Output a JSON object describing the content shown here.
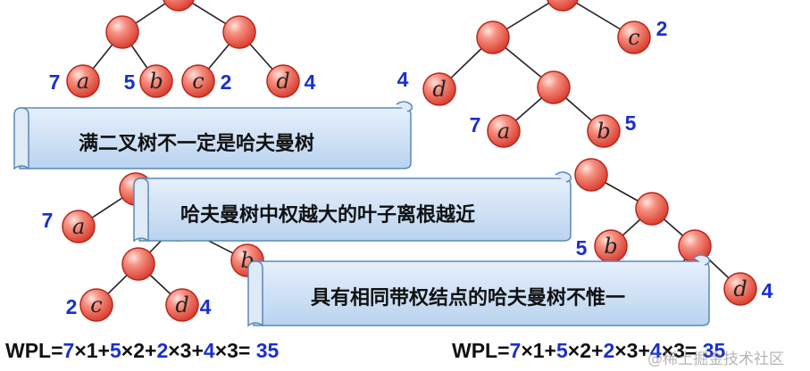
{
  "trees": [
    {
      "leaves": [
        {
          "letter": "a",
          "weight": "7"
        },
        {
          "letter": "b",
          "weight": "5"
        },
        {
          "letter": "c",
          "weight": "2"
        },
        {
          "letter": "d",
          "weight": "4"
        }
      ]
    },
    {
      "leaves": [
        {
          "letter": "c",
          "weight": "2"
        },
        {
          "letter": "d",
          "weight": "4"
        },
        {
          "letter": "a",
          "weight": "7"
        },
        {
          "letter": "b",
          "weight": "5"
        }
      ]
    },
    {
      "leaves": [
        {
          "letter": "a",
          "weight": "7"
        },
        {
          "letter": "b",
          "weight": ""
        },
        {
          "letter": "c",
          "weight": "2"
        },
        {
          "letter": "d",
          "weight": "4"
        }
      ]
    },
    {
      "leaves": [
        {
          "letter": "b",
          "weight": "5"
        },
        {
          "letter": "d",
          "weight": "4"
        }
      ]
    }
  ],
  "callouts": [
    "满二叉树不一定是哈夫曼树",
    "哈夫曼树中权越大的叶子离根越近",
    "具有相同带权结点的哈夫曼树不惟一"
  ],
  "formulas": {
    "left": {
      "prefix": "WPL=",
      "w1": "7",
      "m1": "×1+",
      "w2": "5",
      "m2": "×2+",
      "w3": "2",
      "m3": "×3+",
      "w4": "4",
      "m4": "×3=",
      "result": "35"
    },
    "right": {
      "prefix": "WPL=",
      "w1": "7",
      "m1": "×1+",
      "w2": "5",
      "m2": "×2+",
      "w3": "2",
      "m3": "×3+",
      "w4": "4",
      "m4": "×3=",
      "result": "35"
    }
  },
  "watermark": "@稀土掘金技术社区",
  "colors": {
    "node_fill": "#ee5a4a",
    "node_edge": "#b8261a",
    "weight_text": "#1a2fd0",
    "scroll_fill": "#c6dbf3",
    "scroll_edge": "#5b88bb"
  }
}
